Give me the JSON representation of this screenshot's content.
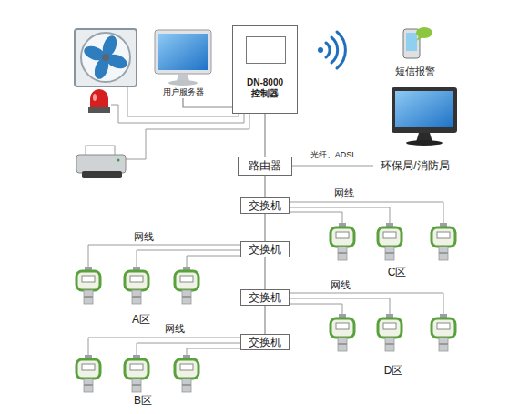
{
  "diagram": {
    "nodes": [
      {
        "text": [
          "用户服务器"
        ]
      },
      {
        "text": [
          "DN-8000 控制器"
        ]
      },
      {
        "text": [
          "路由器"
        ]
      },
      {
        "text": [
          "交换机"
        ]
      },
      {
        "text": [
          "交换机"
        ]
      },
      {
        "text": [
          "交换机"
        ]
      },
      {
        "text": [
          "交换机"
        ]
      }
    ],
    "edges": [
      {
        "from": 0,
        "to": 1,
        "arrow": "none"
      },
      {
        "from": 1,
        "to": 2,
        "arrow": "none"
      },
      {
        "from": 2,
        "to": 3,
        "arrow": "none"
      },
      {
        "from": 3,
        "to": 4,
        "arrow": "none"
      },
      {
        "from": 4,
        "to": 5,
        "arrow": "none"
      },
      {
        "from": 5,
        "to": 6,
        "arrow": "none"
      }
    ],
    "labels": [
      "短信报警",
      "光纤、ADSL",
      "环保局/消防局",
      "网线",
      "C区",
      "网线",
      "A区",
      "网线",
      "D区",
      "网线",
      "B区"
    ]
  }
}
